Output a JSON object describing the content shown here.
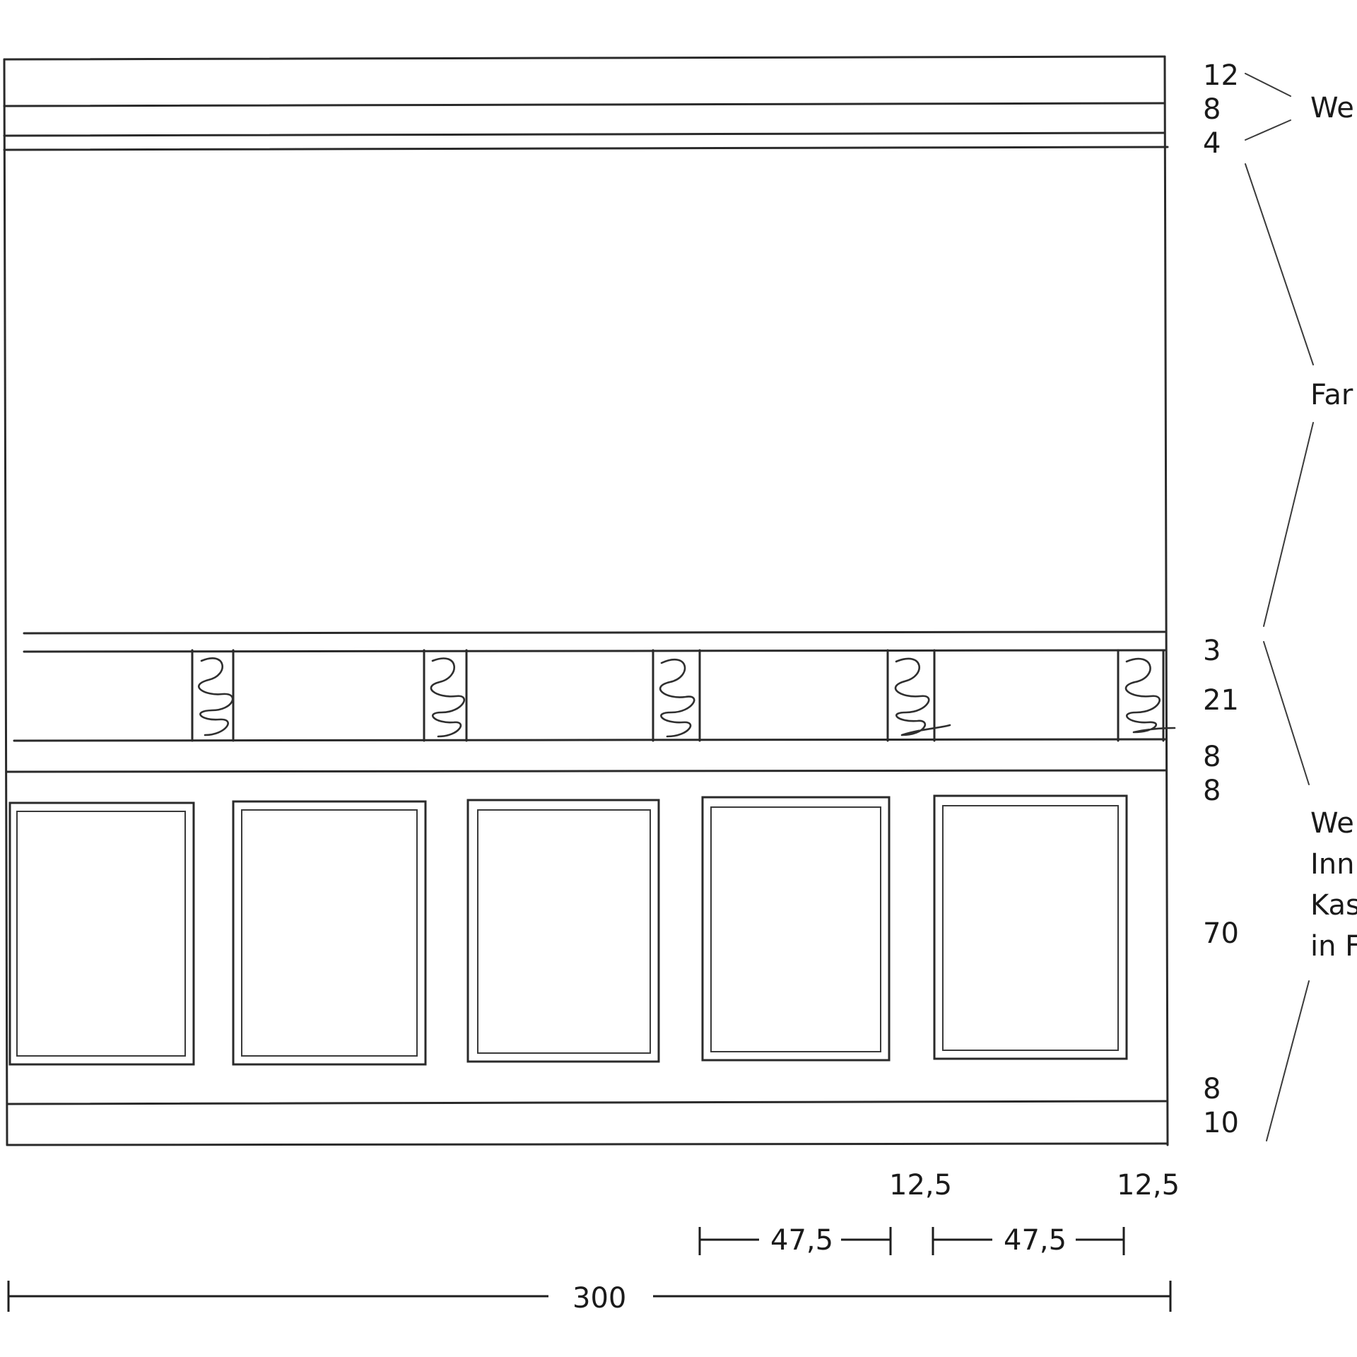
{
  "diagram": {
    "right_dimensions": [
      "12",
      "8",
      "4",
      "3",
      "21",
      "8",
      "8",
      "70",
      "8",
      "10"
    ],
    "bottom_dimensions": {
      "left_gap": "12,5",
      "right_gap": "12,5",
      "panel_width_a": "47,5",
      "panel_width_b": "47,5",
      "total_width": "300"
    },
    "side_notes": {
      "top": "We",
      "middle": "Far",
      "bottom_lines": [
        "We",
        "Inn",
        "Kas",
        "in F"
      ]
    }
  }
}
